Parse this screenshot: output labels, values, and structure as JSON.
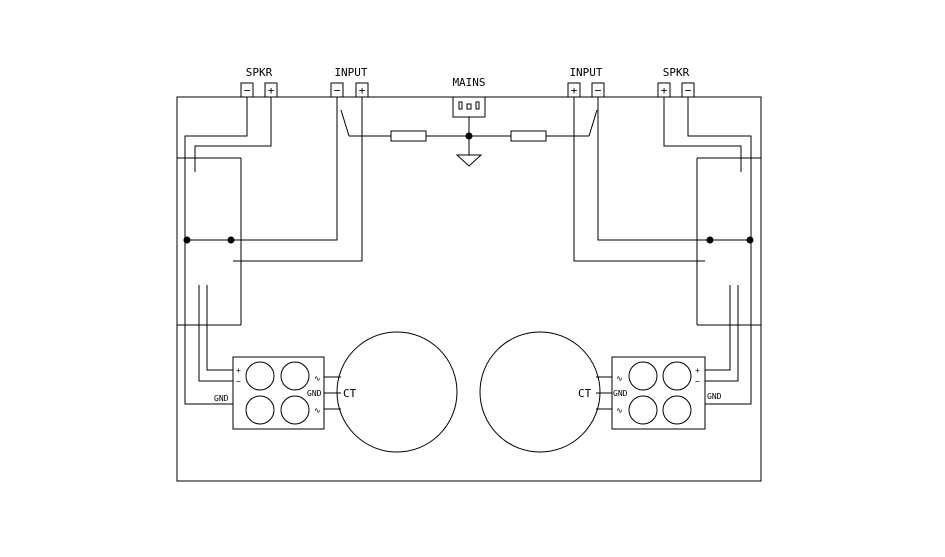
{
  "labels": {
    "spkr_left": "SPKR",
    "input_left": "INPUT",
    "mains": "MAINS",
    "input_right": "INPUT",
    "spkr_right": "SPKR",
    "ct_left": "CT",
    "ct_right": "CT",
    "gnd": "GND",
    "plus": "+",
    "minus": "−",
    "tilde": "∿"
  },
  "colors": {
    "line": "#000000",
    "background": "#ffffff"
  }
}
